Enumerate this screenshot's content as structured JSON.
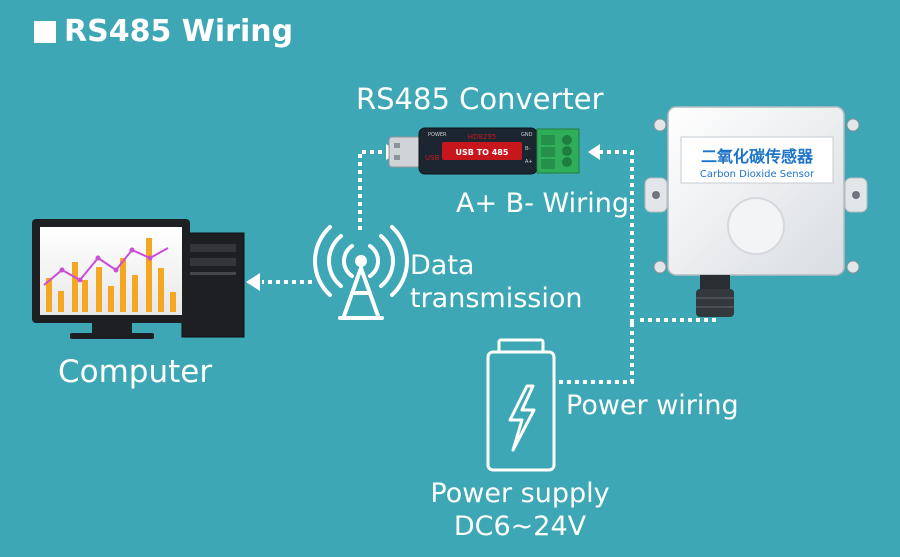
{
  "title": "RS485 Wiring",
  "labels": {
    "converter": "RS485 Converter",
    "wiring_ab": "A+ B- Wiring",
    "data_line1": "Data",
    "data_line2": "transmission",
    "computer": "Computer",
    "power_wiring": "Power wiring",
    "power_supply_line1": "Power supply",
    "power_supply_line2": "DC6~24V"
  },
  "device_text": {
    "usb_side": "USB",
    "badge": "USB TO 485",
    "model": "HD8295",
    "power_label": "POWER",
    "pin_gnd": "GND",
    "pin_b": "B-",
    "pin_a": "A+",
    "sensor_cn": "二氧化碳传感器",
    "sensor_en": "Carbon Dioxide Sensor"
  },
  "colors": {
    "background": "#3ea7b5",
    "dotted_line": "#ffffff",
    "terminal_green": "#2fae5a",
    "converter_red": "#c8161d",
    "chart_bar": "#f5a623",
    "chart_line": "#c94fd6"
  },
  "icons": [
    "computer-icon",
    "antenna-icon",
    "battery-icon",
    "lightning-icon",
    "usb-converter-icon",
    "co2-sensor-icon"
  ]
}
